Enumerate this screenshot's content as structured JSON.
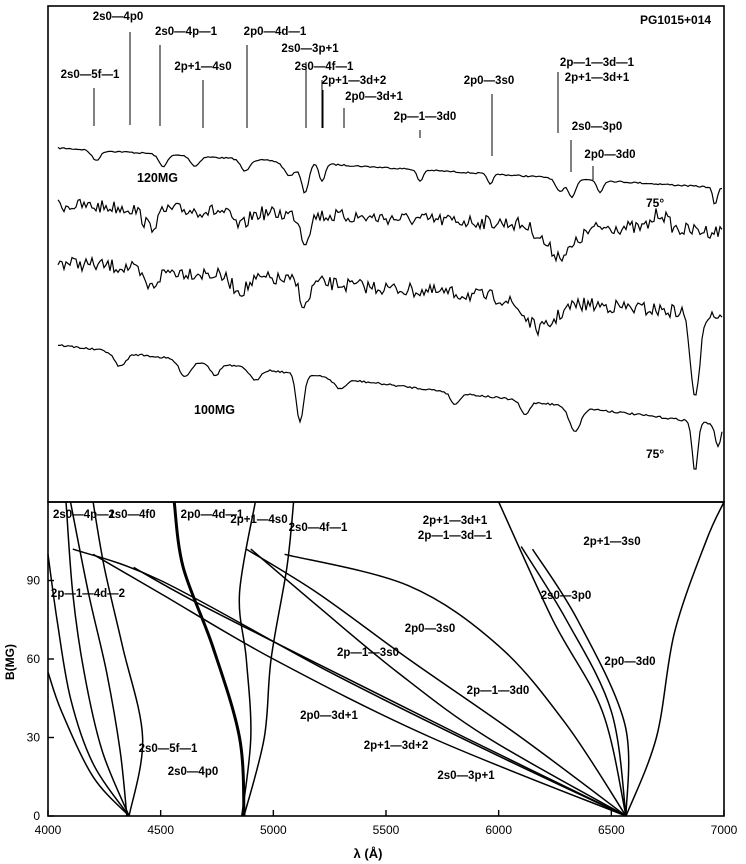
{
  "figure": {
    "object_label": "PG1015+014"
  },
  "chart_data": [
    {
      "type": "line",
      "panel": "spectra",
      "series": [
        {
          "name": "120MG",
          "angle_label": "75°"
        },
        {
          "name": "100MG",
          "angle_label": "75°"
        }
      ],
      "line_ids": [
        {
          "label": "2s0—4p0",
          "x": 4350
        },
        {
          "label": "2s0—5f—1",
          "x": 4210
        },
        {
          "label": "2s0—4p—1",
          "x": 4490
        },
        {
          "label": "2p+1—4s0",
          "x": 4650
        },
        {
          "label": "2p0—4d—1",
          "x": 4870
        },
        {
          "label": "2s0—3p+1",
          "x": 5130
        },
        {
          "label": "2s0—4f—1",
          "x": 5210
        },
        {
          "label": "2p+1—3d+2",
          "x": 5245
        },
        {
          "label": "2p0—3d+1",
          "x": 5305
        },
        {
          "label": "2p—1—3d0",
          "x": 5630
        },
        {
          "label": "2p0—3s0",
          "x": 5950
        },
        {
          "label": "2p—1—3d—1",
          "x": 6265
        },
        {
          "label": "2p+1—3d+1",
          "x": 6265
        },
        {
          "label": "2s0—3p0",
          "x": 6325
        },
        {
          "label": "2p0—3d0",
          "x": 6395
        }
      ]
    },
    {
      "type": "line",
      "panel": "transition-wavelengths",
      "xlabel": "λ (Å)",
      "ylabel": "B(MG)",
      "xlim": [
        4000,
        7000
      ],
      "ylim": [
        0,
        120
      ],
      "x_ticks": [
        4000,
        4500,
        5000,
        5500,
        6000,
        6500,
        7000
      ],
      "y_ticks": [
        0,
        30,
        60,
        90
      ],
      "series": [
        {
          "name": "2s0—4p—1",
          "points": [
            [
              4360,
              0
            ],
            [
              4200,
              20
            ],
            [
              4100,
              45
            ],
            [
              4040,
              75
            ],
            [
              4000,
              100
            ]
          ]
        },
        {
          "name": "2s0—5f—1",
          "points": [
            [
              4360,
              0
            ],
            [
              4240,
              25
            ],
            [
              4160,
              55
            ],
            [
              4110,
              85
            ],
            [
              4080,
              120
            ]
          ]
        },
        {
          "name": "2s0—4p0",
          "points": [
            [
              4350,
              0
            ],
            [
              4320,
              25
            ],
            [
              4260,
              55
            ],
            [
              4180,
              85
            ],
            [
              4100,
              120
            ]
          ]
        },
        {
          "name": "2s0—4f0",
          "points": [
            [
              4360,
              0
            ],
            [
              4420,
              30
            ],
            [
              4330,
              65
            ],
            [
              4250,
              95
            ],
            [
              4200,
              120
            ]
          ]
        },
        {
          "name": "2p—1—4d—2",
          "points": [
            [
              4360,
              0
            ],
            [
              4200,
              15
            ],
            [
              4060,
              40
            ],
            [
              4000,
              55
            ]
          ]
        },
        {
          "name": "2p0—4d—1",
          "points": [
            [
              4870,
              0
            ],
            [
              4850,
              30
            ],
            [
              4730,
              65
            ],
            [
              4600,
              95
            ],
            [
              4560,
              120
            ]
          ]
        },
        {
          "name": "2p+1—4s0",
          "points": [
            [
              4860,
              0
            ],
            [
              4900,
              30
            ],
            [
              4880,
              60
            ],
            [
              4850,
              85
            ],
            [
              4920,
              120
            ]
          ]
        },
        {
          "name": "2s0—4f—1",
          "points": [
            [
              4870,
              0
            ],
            [
              4960,
              30
            ],
            [
              4990,
              60
            ],
            [
              5060,
              95
            ],
            [
              5090,
              120
            ]
          ]
        },
        {
          "name": "2s0—3p+1",
          "points": [
            [
              6565,
              0
            ],
            [
              5950,
              25
            ],
            [
              5250,
              55
            ],
            [
              4500,
              90
            ],
            [
              4110,
              102
            ]
          ]
        },
        {
          "name": "2p+1—3d+2",
          "points": [
            [
              6565,
              0
            ],
            [
              5850,
              30
            ],
            [
              5200,
              58
            ],
            [
              4650,
              82
            ],
            [
              4380,
              95
            ]
          ]
        },
        {
          "name": "2p0—3d+1",
          "points": [
            [
              6565,
              0
            ],
            [
              5700,
              30
            ],
            [
              5000,
              60
            ],
            [
              4500,
              85
            ],
            [
              4200,
              100
            ]
          ]
        },
        {
          "name": "2p—1—3s0",
          "points": [
            [
              6565,
              0
            ],
            [
              5950,
              30
            ],
            [
              5550,
              55
            ],
            [
              5200,
              80
            ],
            [
              4900,
              102
            ]
          ]
        },
        {
          "name": "2p—1—3d0",
          "points": [
            [
              6565,
              0
            ],
            [
              6100,
              30
            ],
            [
              5600,
              60
            ],
            [
              5200,
              85
            ],
            [
              4880,
              102
            ]
          ]
        },
        {
          "name": "2p0—3s0",
          "points": [
            [
              6565,
              0
            ],
            [
              6300,
              35
            ],
            [
              6000,
              65
            ],
            [
              5600,
              88
            ],
            [
              5050,
              100
            ]
          ]
        },
        {
          "name": "2p0—3d0",
          "points": [
            [
              6565,
              0
            ],
            [
              6560,
              35
            ],
            [
              6350,
              75
            ],
            [
              6150,
              102
            ]
          ]
        },
        {
          "name": "2s0—3p0",
          "points": [
            [
              6565,
              0
            ],
            [
              6500,
              40
            ],
            [
              6300,
              75
            ],
            [
              6100,
              103
            ]
          ]
        },
        {
          "name": "2p+1—3d+1",
          "points": [
            [
              6565,
              0
            ],
            [
              6460,
              40
            ],
            [
              6240,
              75
            ],
            [
              6000,
              120
            ]
          ]
        },
        {
          "name": "2p+1—3s0",
          "points": [
            [
              6565,
              0
            ],
            [
              6700,
              30
            ],
            [
              6780,
              70
            ],
            [
              6920,
              105
            ],
            [
              7000,
              120
            ]
          ]
        }
      ],
      "annotations": [
        "2s0—4p—1",
        "2s0—4f0",
        "2p0—4d—1",
        "2p+1—4s0",
        "2s0—4f—1",
        "2p+1—3d+1",
        "2p—1—3d—1",
        "2p+1—3s0",
        "2p—1—4d—2",
        "2p0—3s0",
        "2s0—3p0",
        "2p0—3d0",
        "2p—1—3s0",
        "2p—1—3d0",
        "2p0—3d+1",
        "2s0—5f—1",
        "2p+1—3d+2",
        "2s0—4p0",
        "2s0—3p+1"
      ]
    }
  ]
}
